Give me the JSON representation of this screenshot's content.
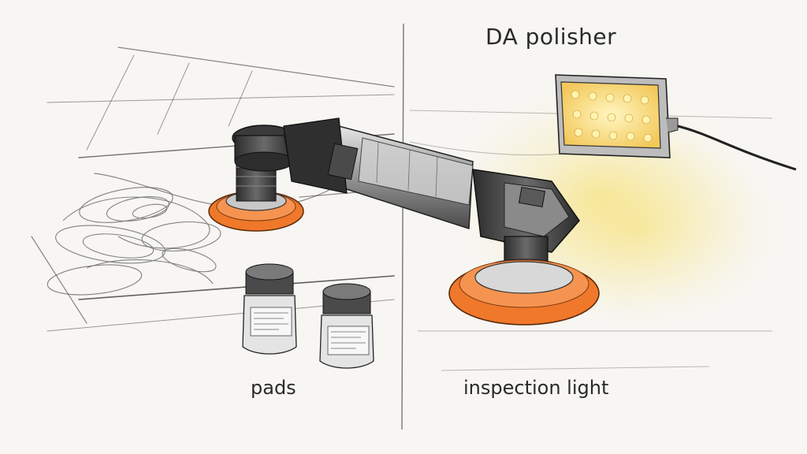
{
  "labels": {
    "da_polisher": "DA polisher",
    "pads": "pads",
    "inspection_light": "inspection light"
  },
  "colors": {
    "paper": "#f7f6f3",
    "pencil": "#3a3a3a",
    "pad_orange": "#f0782a",
    "light_glow": "#f6df6a",
    "tool_metal": "#9a9a9a"
  },
  "icons": {
    "left_panel": "swirled-car-paint-surface",
    "tool": "dual-action-polisher",
    "light": "led-inspection-light",
    "jars": "polish-compound-jars"
  }
}
